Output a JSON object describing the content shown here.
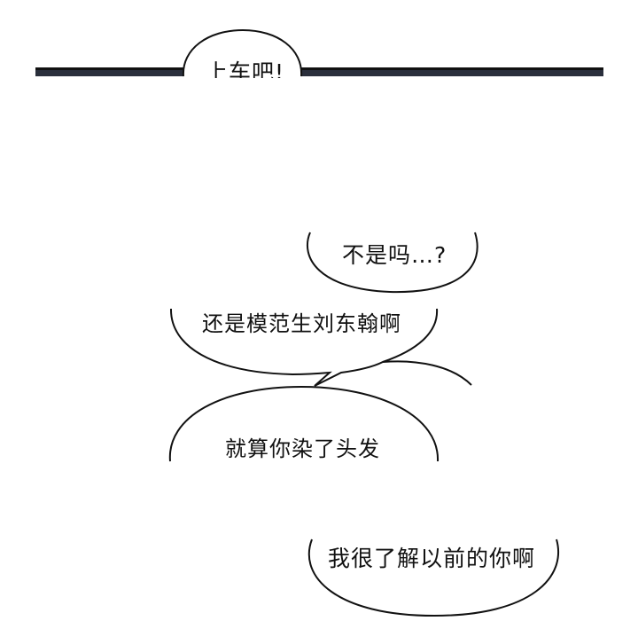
{
  "panel": {
    "bar_color": "#2a2f3c"
  },
  "dialogue": {
    "top_bubble": "上车吧!",
    "bubble_1": "不是吗…?",
    "bubble_2": "还是模范生刘东翰啊",
    "bubble_3": "就算你染了头发",
    "bubble_4": "我很了解以前的你啊"
  }
}
